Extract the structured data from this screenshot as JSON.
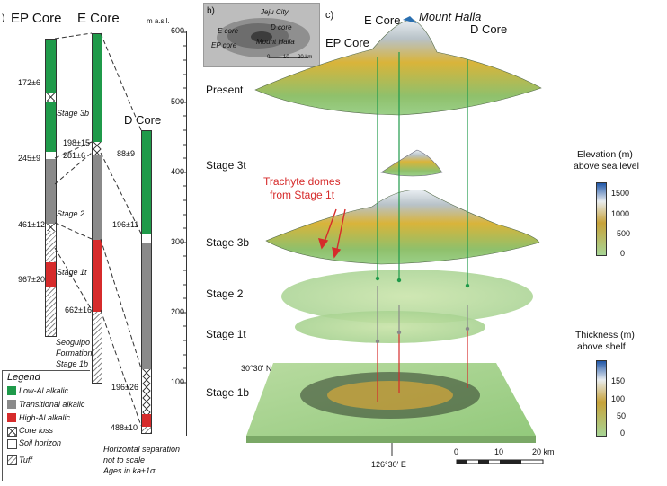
{
  "left_panel": {
    "panel_mark": ")",
    "headers": {
      "ep": "EP Core",
      "e": "E Core",
      "d": "D Core",
      "masl": "m a.s.l."
    },
    "axis_ticks": [
      "600",
      "500",
      "400",
      "300",
      "200",
      "100"
    ],
    "ages": {
      "a172": "172±6",
      "a245": "245±9",
      "a461": "461±12",
      "a967": "967±20",
      "a198": "198±15",
      "a281": "281±6",
      "a88": "88±9",
      "a196b": "196±11",
      "a662": "662±16",
      "a196c": "196±26",
      "a488": "488±10"
    },
    "stage_labels": {
      "s3b": "Stage 3b",
      "s2": "Stage 2",
      "s1t": "Stage 1t"
    },
    "formation": [
      "Seoguipo",
      "Formation",
      "Stage 1b"
    ],
    "legend": {
      "title": "Legend",
      "items": [
        "Low-Al alkalic",
        "Transitional alkalic",
        "High-Al alkalic",
        "Core loss",
        "Soil horizon",
        "Tuff"
      ]
    },
    "notes": [
      "Horizontal separation",
      "not to scale",
      "Ages in ka±1σ"
    ]
  },
  "map_panel": {
    "label": "b)",
    "places": {
      "jeju": "Jeju City",
      "ecore": "E core",
      "dcore": "D core",
      "epcore": "EP core",
      "halla": "Mount Halla"
    },
    "scale": [
      "0",
      "10",
      "20 km"
    ]
  },
  "block_panel": {
    "label": "c)",
    "core_labels": {
      "e": "E Core",
      "halla": "Mount Halla",
      "ep": "EP Core",
      "d": "D Core"
    },
    "stages": [
      "Present",
      "Stage 3t",
      "Stage 3b",
      "Stage 2",
      "Stage 1t",
      "Stage 1b"
    ],
    "annotation": [
      "Trachyte domes",
      "from Stage 1t"
    ],
    "elevation_legend": {
      "title": [
        "Elevation (m)",
        "above sea level"
      ],
      "ticks": [
        "1500",
        "1000",
        "500",
        "0"
      ]
    },
    "thickness_legend": {
      "title": [
        "Thickness (m)",
        "above shelf"
      ],
      "ticks": [
        "150",
        "100",
        "50",
        "0"
      ]
    },
    "coords": {
      "lat": "30°30' N",
      "lon": "126°30' E"
    },
    "scale": [
      "0",
      "10",
      "20 km"
    ]
  },
  "colors": {
    "low_al": "#1f9a4a",
    "transitional": "#8a8a8a",
    "high_al": "#d62b2b",
    "annotation": "#d62b2b"
  }
}
